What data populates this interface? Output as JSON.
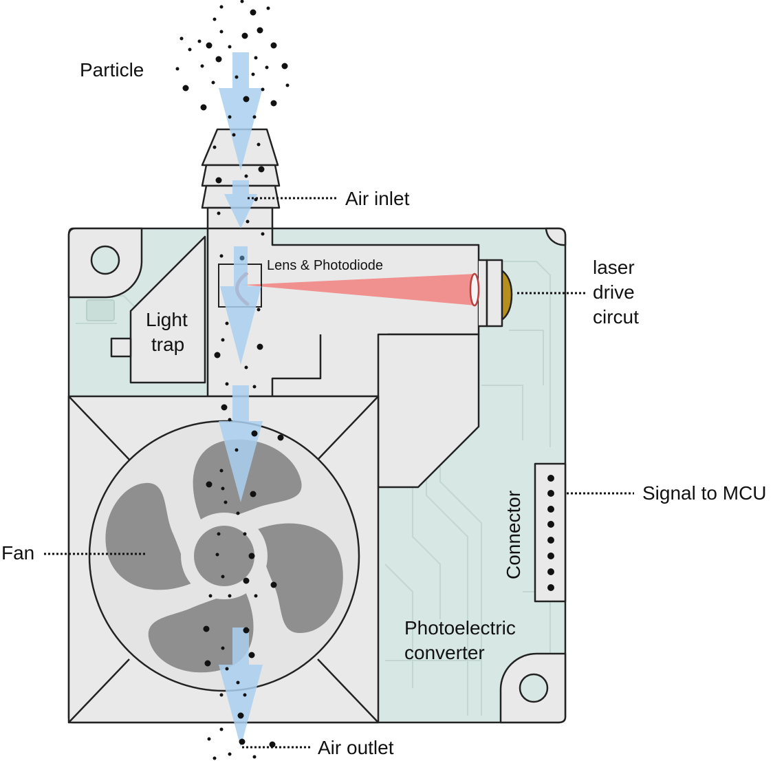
{
  "labels": {
    "particle": "Particle",
    "air_inlet": "Air inlet",
    "lens_photodiode": "Lens & Photodiode",
    "laser_line1": "laser",
    "laser_line2": "drive",
    "laser_line3": "circut",
    "light_trap_line1": "Light",
    "light_trap_line2": "trap",
    "connector": "Connector",
    "signal": "Signal to MCU",
    "fan": "Fan",
    "photo_line1": "Photoelectric",
    "photo_line2": "converter",
    "air_outlet": "Air outlet"
  },
  "colors": {
    "housing": "#e9e9e9",
    "pcb": "#d7e7e4",
    "pcb_trace": "#c3d8d4",
    "fan_blade": "#8f8f8f",
    "fan_face": "#e4e4e4",
    "airflow": "#a9cfee",
    "laser_beam": "#f0908f",
    "lens": "#b8403f",
    "laser_diode": "#b78f1f",
    "particle": "#111111",
    "outline": "#222222"
  },
  "icons": {
    "fan": "fan-icon",
    "laser": "laser-diode-icon",
    "lens": "lens-icon",
    "connector_pins": "pin-icon"
  }
}
